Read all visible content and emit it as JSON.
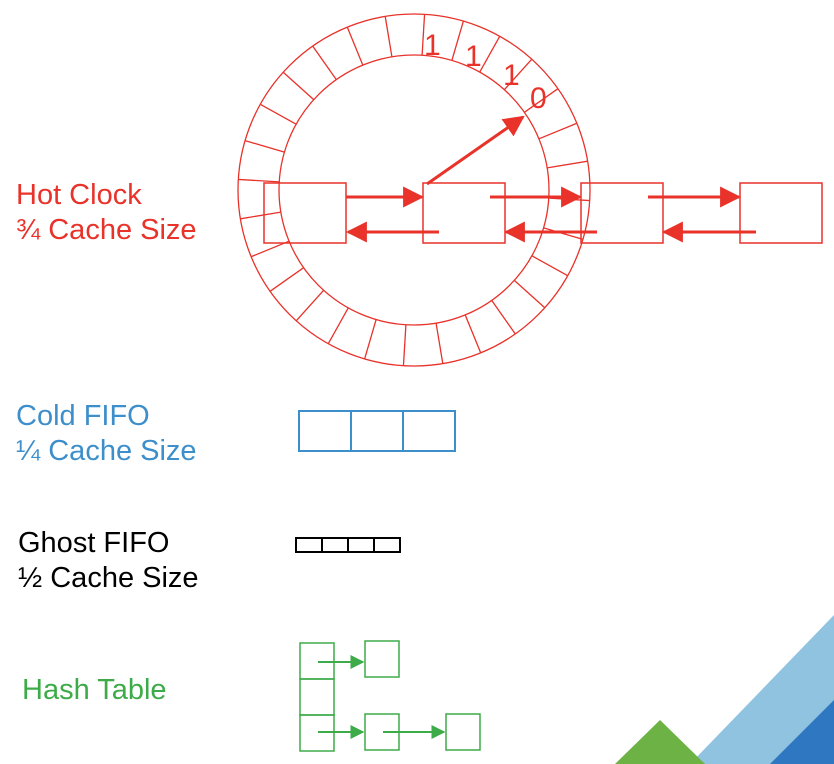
{
  "colors": {
    "hot": "#e8322a",
    "cold": "#3d8fcb",
    "ghost": "#000000",
    "hash": "#3eab49",
    "corner_blue": "#2f77c0",
    "corner_light_blue": "#8fc3e0",
    "corner_green": "#6cb244"
  },
  "labels": {
    "hot_title": "Hot Clock",
    "hot_size": "¾ Cache Size",
    "cold_title": "Cold FIFO",
    "cold_size": "¼ Cache Size",
    "ghost_title": "Ghost FIFO",
    "ghost_size": "½ Cache Size",
    "hash_title": "Hash Table"
  },
  "clock": {
    "bits": [
      "1",
      "1",
      "1",
      "0"
    ],
    "slot_count": 28
  },
  "structures": {
    "hot_nodes": 4,
    "cold_slots": 3,
    "ghost_slots": 4,
    "hash_buckets": 3
  }
}
